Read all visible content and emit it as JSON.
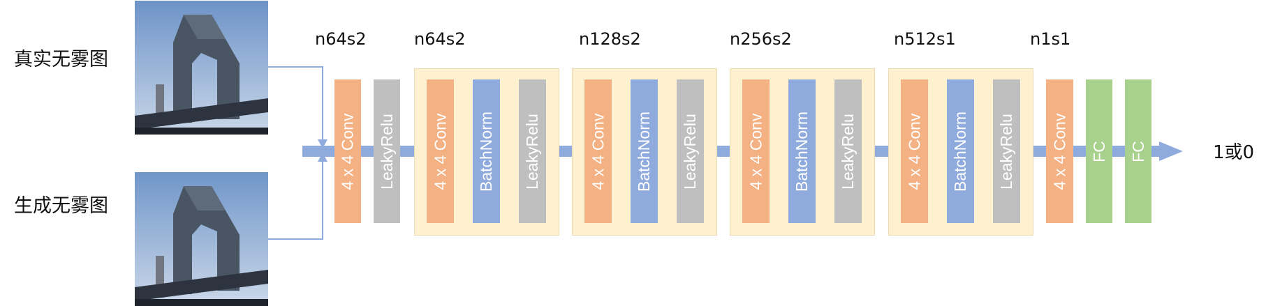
{
  "inputs": {
    "real_label": "真实无雾图",
    "generated_label": "生成无雾图"
  },
  "stage_labels": [
    "n64s2",
    "n64s2",
    "n128s2",
    "n256s2",
    "n512s1",
    "n1s1"
  ],
  "layers": {
    "conv": "4 x 4 Conv",
    "leaky": "LeakyRelu",
    "bn": "BatchNorm",
    "fc": "FC"
  },
  "output_label": "1或0",
  "colors": {
    "conv": "#f4b183",
    "leaky": "#bfbfbf",
    "batchnorm": "#8faadc",
    "fc": "#a9d18e",
    "group_box": "#fdf1cf",
    "arrow": "#8faadc"
  }
}
